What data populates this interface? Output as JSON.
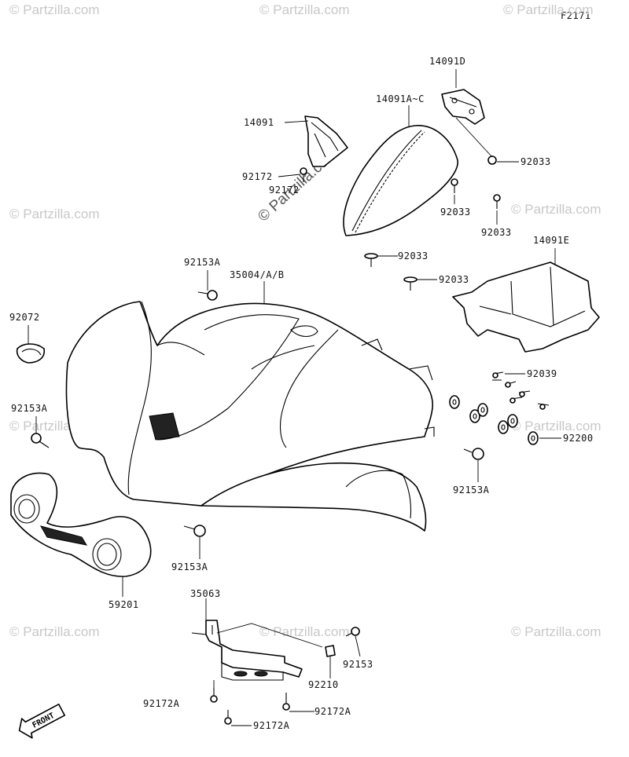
{
  "figure_code": "F2171",
  "watermark": "© Partzilla.com",
  "front_label": "FRONT",
  "callouts": {
    "p14091D": "14091D",
    "p14091A_C": "14091A~C",
    "p14091": "14091",
    "p92033_a": "92033",
    "p92172_a": "92172",
    "p92172_b": "92172",
    "p92033_b": "92033",
    "p92033_c": "92033",
    "p92033_d": "92033",
    "p92033_e": "92033",
    "p14091E": "14091E",
    "p92153A_a": "92153A",
    "p35004": "35004/A/B",
    "p92072": "92072",
    "p92039": "92039",
    "p92153A_b": "92153A",
    "p92200": "92200",
    "p92153A_c": "92153A",
    "p92153A_d": "92153A",
    "p59201": "59201",
    "p35063": "35063",
    "p92153": "92153",
    "p92210": "92210",
    "p92172A_a": "92172A",
    "p92172A_b": "92172A",
    "p92172A_c": "92172A"
  }
}
